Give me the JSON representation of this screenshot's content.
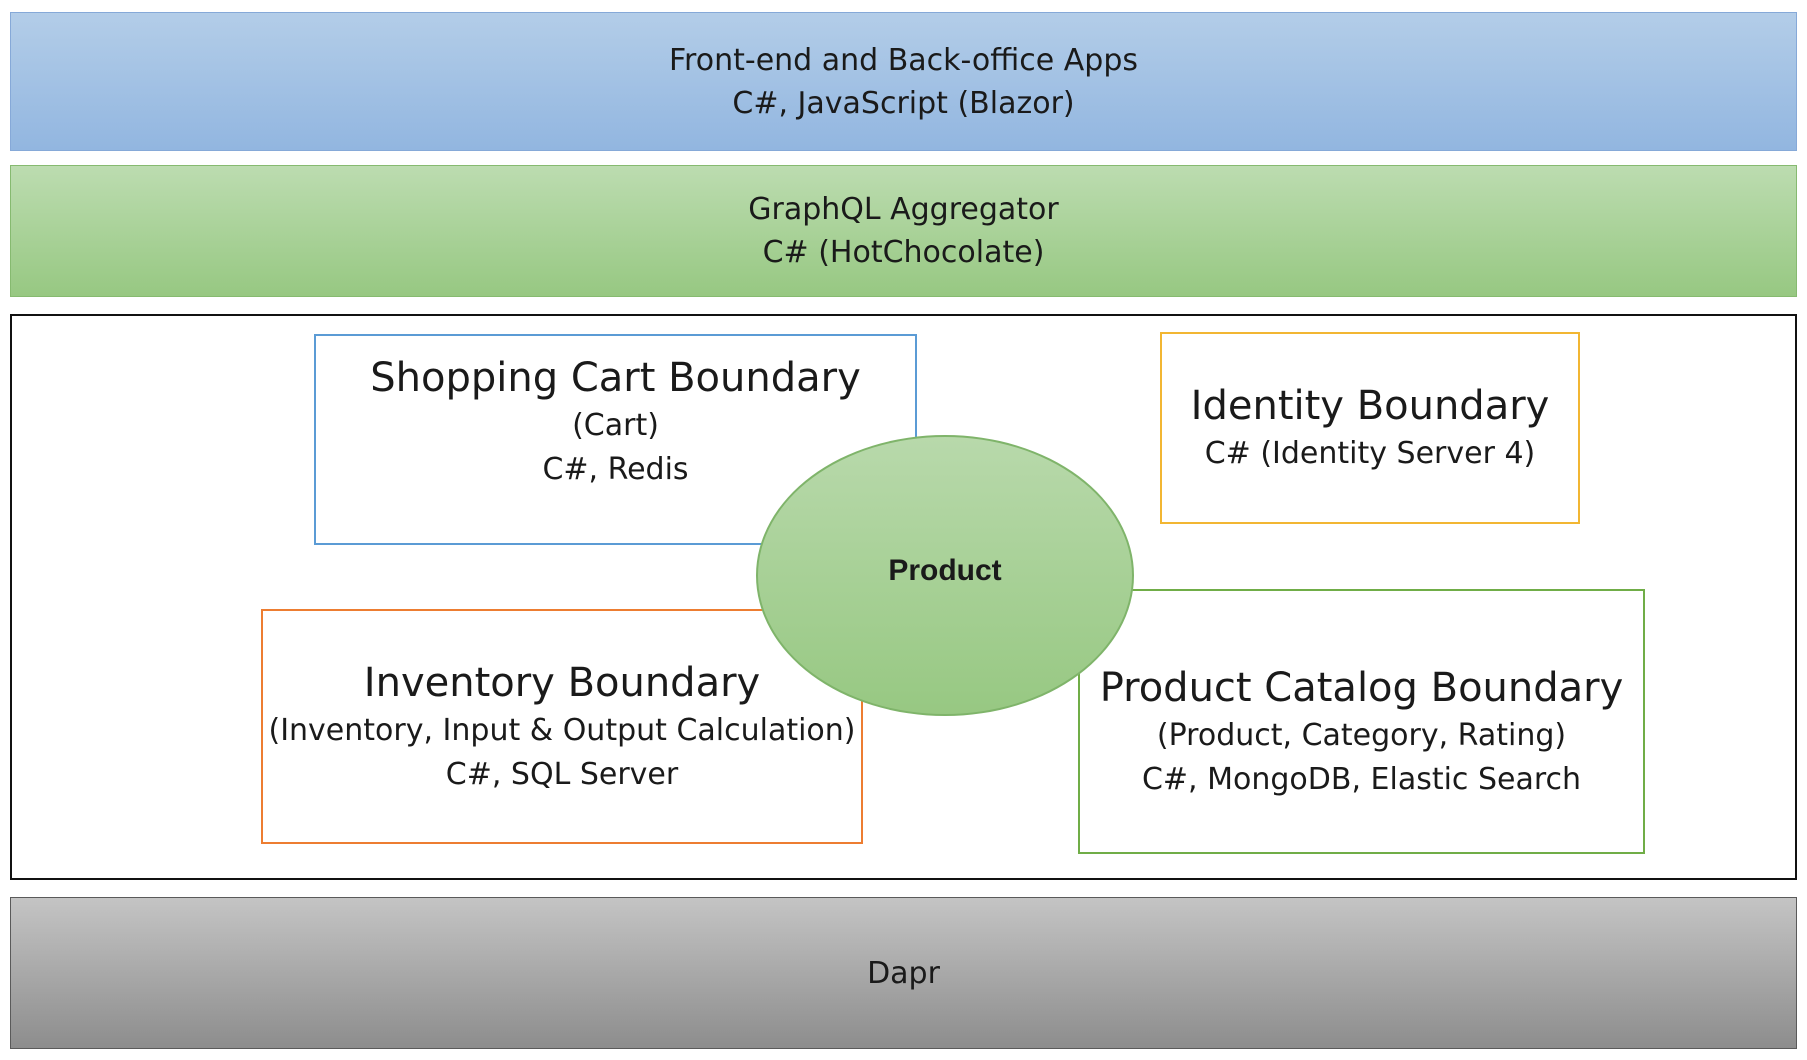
{
  "frontend": {
    "title": "Front-end and Back-office Apps",
    "tech": "C#, JavaScript (Blazor)"
  },
  "graphql": {
    "title": "GraphQL Aggregator",
    "tech": "C# (HotChocolate)"
  },
  "boundaries": {
    "shopping_cart": {
      "title": "Shopping Cart Boundary",
      "entities": "(Cart)",
      "tech": "C#, Redis"
    },
    "identity": {
      "title": "Identity Boundary",
      "tech": "C# (Identity Server 4)"
    },
    "inventory": {
      "title": "Inventory Boundary",
      "entities": "(Inventory, Input & Output Calculation)",
      "tech": "C#, SQL Server"
    },
    "product_catalog": {
      "title": "Product Catalog Boundary",
      "entities": "(Product, Category, Rating)",
      "tech": "C#, MongoDB, Elastic Search"
    }
  },
  "shared_entity": {
    "label": "Product"
  },
  "dapr": {
    "label": "Dapr"
  },
  "colors": {
    "frontend_fill": "#a4c2e6",
    "graphql_fill": "#a9d297",
    "dapr_fill": "#a6a6a6",
    "shopping_cart_border": "#5b9bd5",
    "identity_border": "#f2b632",
    "inventory_border": "#ed7d31",
    "product_catalog_border": "#70ad47",
    "product_ellipse_fill": "#a9d297"
  }
}
